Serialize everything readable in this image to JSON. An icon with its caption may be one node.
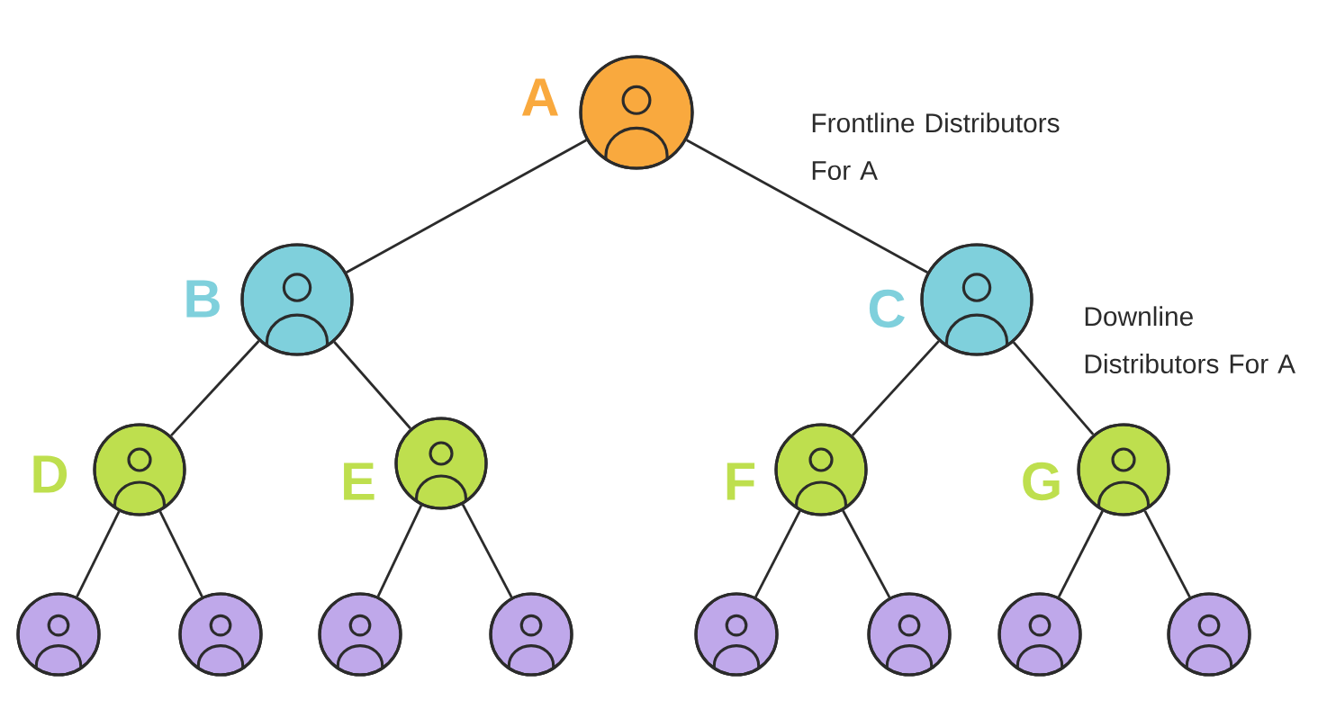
{
  "diagram": {
    "nodes": [
      {
        "text": [
          "A"
        ]
      },
      {
        "text": [
          "B"
        ]
      },
      {
        "text": [
          "C"
        ]
      },
      {
        "text": [
          "D"
        ]
      },
      {
        "text": [
          "E"
        ]
      },
      {
        "text": [
          "F"
        ]
      },
      {
        "text": [
          "G"
        ]
      },
      {
        "text": [],
        "shape": "person"
      },
      {
        "text": [],
        "shape": "person"
      },
      {
        "text": [],
        "shape": "person"
      },
      {
        "text": [],
        "shape": "person"
      },
      {
        "text": [],
        "shape": "person"
      },
      {
        "text": [],
        "shape": "person"
      },
      {
        "text": [],
        "shape": "person"
      },
      {
        "text": [],
        "shape": "person"
      }
    ],
    "edges": [
      {
        "from": 0,
        "to": 1,
        "arrow": "none"
      },
      {
        "from": 0,
        "to": 2,
        "arrow": "none"
      },
      {
        "from": 1,
        "to": 3,
        "arrow": "none"
      },
      {
        "from": 1,
        "to": 4,
        "arrow": "none"
      },
      {
        "from": 2,
        "to": 5,
        "arrow": "none"
      },
      {
        "from": 2,
        "to": 6,
        "arrow": "none"
      },
      {
        "from": 3,
        "to": 7,
        "arrow": "none"
      },
      {
        "from": 3,
        "to": 8,
        "arrow": "none"
      },
      {
        "from": 4,
        "to": 9,
        "arrow": "none"
      },
      {
        "from": 4,
        "to": 10,
        "arrow": "none"
      },
      {
        "from": 5,
        "to": 11,
        "arrow": "none"
      },
      {
        "from": 5,
        "to": 12,
        "arrow": "none"
      },
      {
        "from": 6,
        "to": 13,
        "arrow": "none"
      },
      {
        "from": 6,
        "to": 14,
        "arrow": "none"
      }
    ],
    "labels": [
      "Frontline Distributors For A",
      "Downline Distributors For A"
    ]
  }
}
